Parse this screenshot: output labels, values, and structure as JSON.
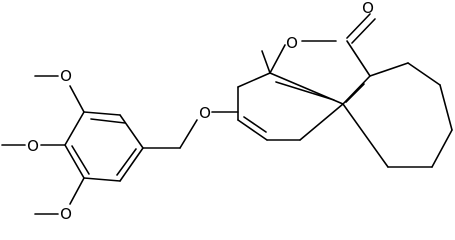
{
  "molecule": {
    "atoms": [
      {
        "id": "O_carbonyl",
        "label": "O"
      },
      {
        "id": "O_ring",
        "label": "O"
      },
      {
        "id": "O_ether",
        "label": "O"
      },
      {
        "id": "O_methoxy_top",
        "label": "O"
      },
      {
        "id": "O_methoxy_mid",
        "label": "O"
      },
      {
        "id": "O_methoxy_bot",
        "label": "O"
      }
    ]
  }
}
